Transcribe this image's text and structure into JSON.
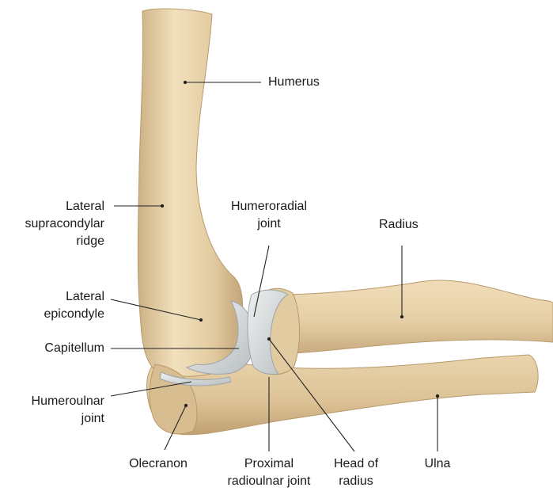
{
  "labels": {
    "humerus": "Humerus",
    "lateral_supracondylar_ridge": [
      "Lateral",
      "supracondylar",
      "ridge"
    ],
    "humeroradial_joint": [
      "Humeroradial",
      "joint"
    ],
    "radius": "Radius",
    "lateral_epicondyle": [
      "Lateral",
      "epicondyle"
    ],
    "capitellum": "Capitellum",
    "humeroulnar_joint": [
      "Humeroulnar",
      "joint"
    ],
    "olecranon": "Olecranon",
    "proximal_radioulnar_joint": [
      "Proximal",
      "radioulnar joint"
    ],
    "head_of_radius": [
      "Head of",
      "radius"
    ],
    "ulna": "Ulna"
  },
  "colors": {
    "bone_light": "#eedcb6",
    "bone_mid": "#dcc195",
    "bone_dark": "#b89a6c",
    "cartilage": "#cfd3d4",
    "cartilage_edge": "#9ea5a8",
    "leader": "#222222"
  }
}
